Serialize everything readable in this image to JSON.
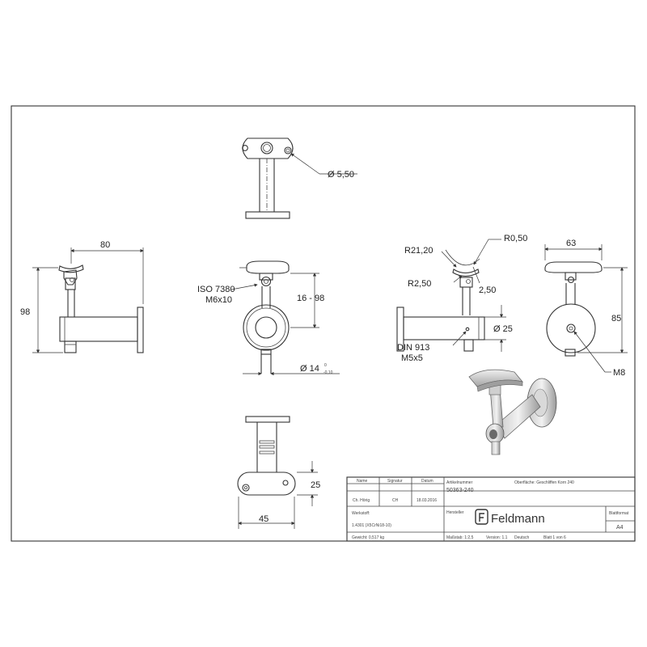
{
  "dimensions": {
    "d550": "Ø 5,50",
    "w80": "80",
    "h98": "98",
    "iso": "ISO 7380",
    "m6": "M6x10",
    "r1698": "16 - 98",
    "d14": "Ø 14",
    "tol_up": "0",
    "tol_dn": "-0,10",
    "r2120": "R21,20",
    "r050": "R0,50",
    "r250": "R2,50",
    "v250": "2,50",
    "d25": "Ø 25",
    "din": "DIN 913",
    "m5": "M5x5",
    "w63": "63",
    "h85": "85",
    "m8": "M8",
    "h25": "25",
    "w45": "45"
  },
  "title_block": {
    "name_h": "Name",
    "sig_h": "Signatur",
    "date_h": "Datum",
    "name_v": "Ch. Hörig",
    "sig_v": "CH",
    "date_v": "18.03.2016",
    "art_label": "Artikelnummer",
    "art_no": "50363-240",
    "surface": "Oberfläche: Geschliffen Korn 240",
    "material_label": "Werkstoff:",
    "material_v": "1.4301 (X5CrNi18-10)",
    "weight": "Gewicht: 0,517 kg",
    "maker_label": "Hersteller",
    "logo_text": "Feldmann",
    "format_label": "Blattformat",
    "format_v": "A4",
    "scale": "Maßstab: 1:2,5",
    "version": "Version: 1.1",
    "lang": "Deutsch",
    "sheet": "Blatt 1 von 6"
  }
}
